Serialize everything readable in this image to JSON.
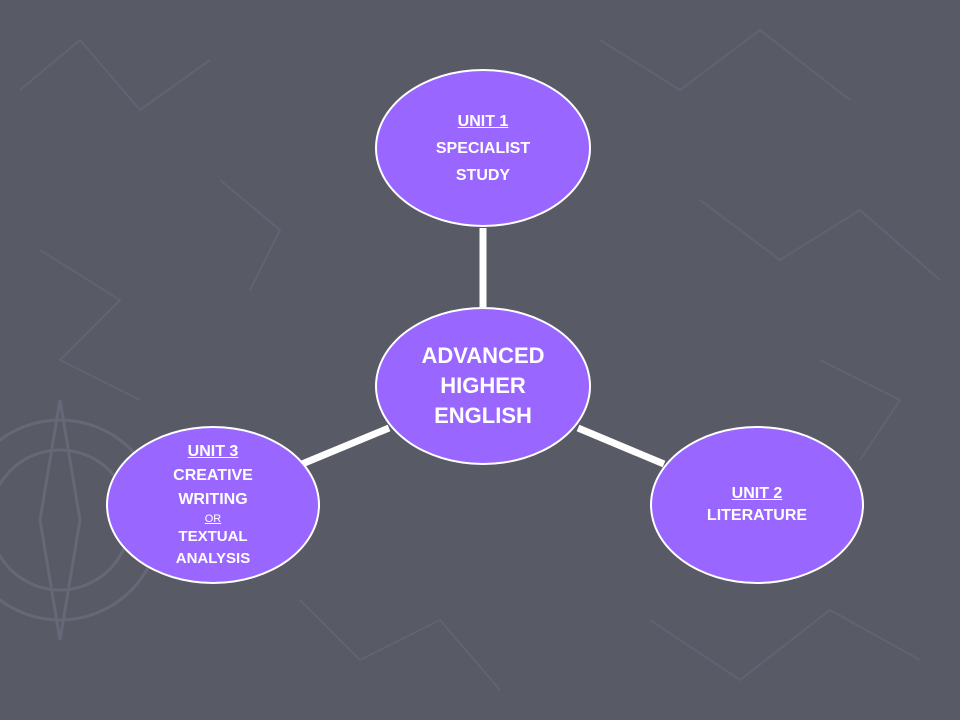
{
  "diagram": {
    "center": {
      "lines": [
        "ADVANCED",
        "HIGHER",
        "ENGLISH"
      ]
    },
    "unit1": {
      "heading": "UNIT 1",
      "lines": [
        "SPECIALIST",
        "STUDY"
      ]
    },
    "unit2": {
      "heading": "UNIT 2",
      "lines": [
        "LITERATURE"
      ]
    },
    "unit3": {
      "heading": "UNIT 3",
      "line1": "CREATIVE",
      "line2": "WRITING",
      "or": "OR",
      "line3": "TEXTUAL",
      "line4": "ANALYSIS"
    }
  },
  "colors": {
    "background": "#585a66",
    "node_fill": "#9966ff",
    "node_border": "#ffffff",
    "connector": "#ffffff"
  }
}
